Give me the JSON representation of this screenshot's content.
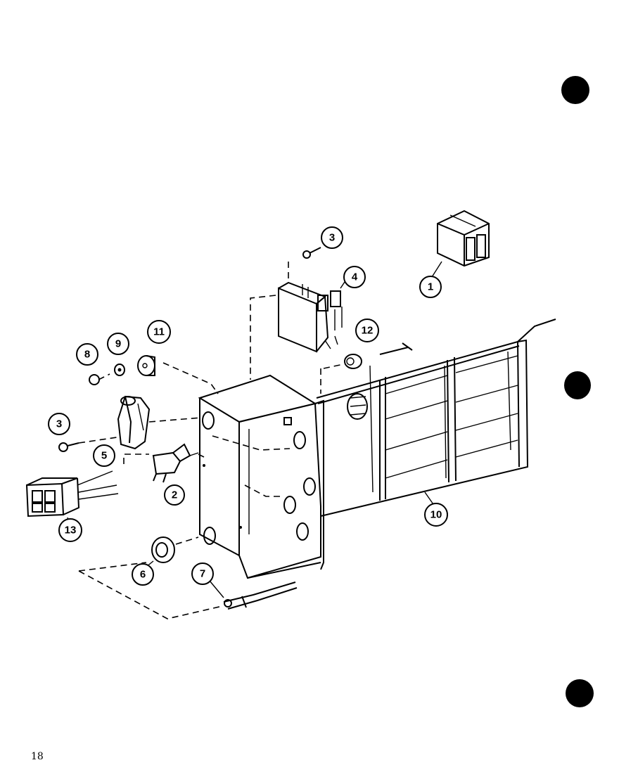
{
  "page_number": "18",
  "callouts": [
    {
      "id": "c1",
      "label": "1"
    },
    {
      "id": "c2",
      "label": "2"
    },
    {
      "id": "c3a",
      "label": "3"
    },
    {
      "id": "c3b",
      "label": "3"
    },
    {
      "id": "c4",
      "label": "4"
    },
    {
      "id": "c5",
      "label": "5"
    },
    {
      "id": "c6",
      "label": "6"
    },
    {
      "id": "c7",
      "label": "7"
    },
    {
      "id": "c8",
      "label": "8"
    },
    {
      "id": "c9",
      "label": "9"
    },
    {
      "id": "c10",
      "label": "10"
    },
    {
      "id": "c11",
      "label": "11"
    },
    {
      "id": "c12",
      "label": "12"
    },
    {
      "id": "c13",
      "label": "13"
    }
  ]
}
